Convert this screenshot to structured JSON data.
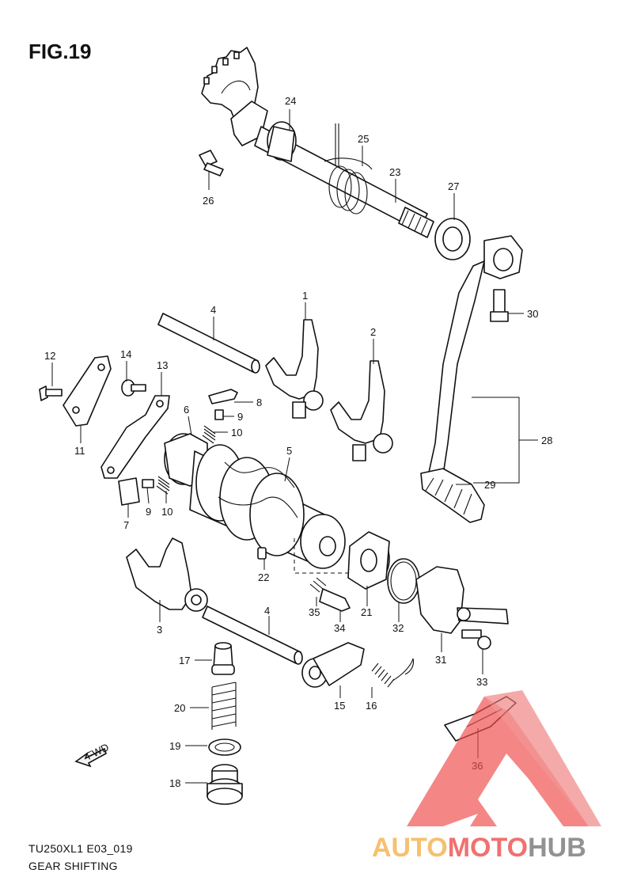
{
  "figure": {
    "title": "FIG.19",
    "model_code": "TU250XL1 E03_019",
    "section_name": "GEAR SHIFTING"
  },
  "callouts": [
    "24",
    "25",
    "23",
    "27",
    "26",
    "1",
    "2",
    "4",
    "30",
    "12",
    "14",
    "13",
    "8",
    "6",
    "9",
    "10",
    "28",
    "11",
    "5",
    "29",
    "9",
    "10",
    "7",
    "22",
    "3",
    "4",
    "35",
    "21",
    "32",
    "34",
    "31",
    "33",
    "17",
    "15",
    "16",
    "20",
    "19",
    "36",
    "18"
  ],
  "fwd_label": "FWD",
  "watermark": {
    "part1": "AUTO",
    "part2": "MOTO",
    "part3": "HUB",
    "colors": {
      "orange": "#f5b14a",
      "red": "#ee4d4d",
      "gray": "#777777"
    }
  }
}
